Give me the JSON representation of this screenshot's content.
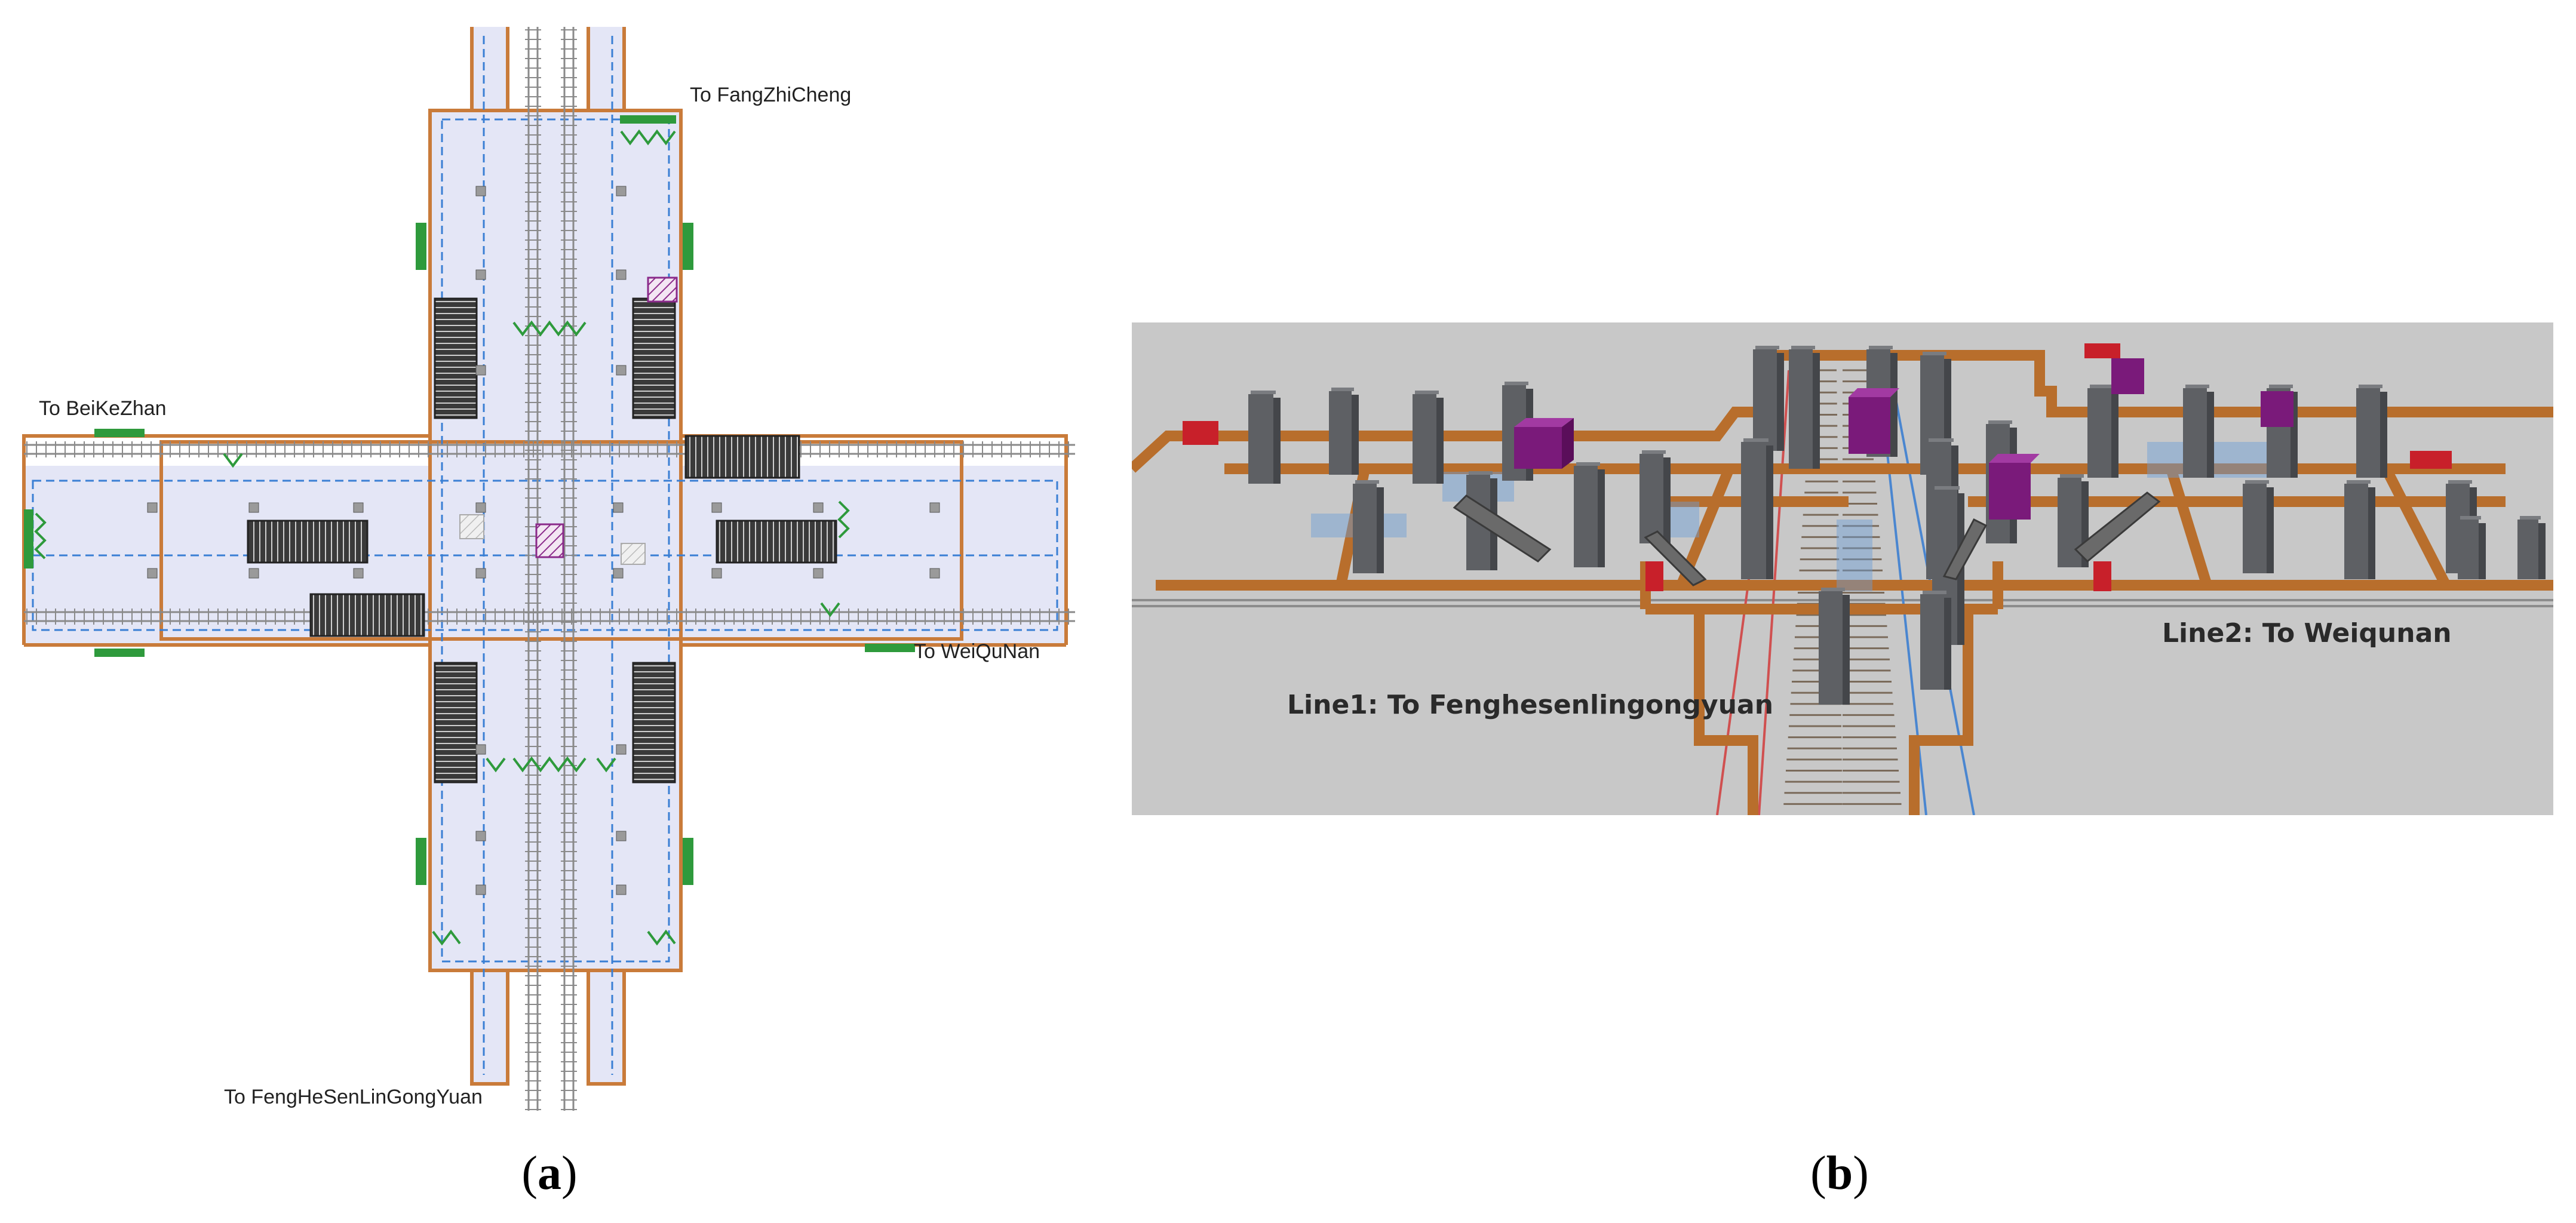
{
  "panel_a": {
    "caption_open": "(",
    "caption_letter": "a",
    "caption_close": ")",
    "labels": {
      "north": "To FangZhiCheng",
      "west": "To BeiKeZhan",
      "east": "To WeiQuNan",
      "south": "To FengHeSenLinGongYuan"
    }
  },
  "panel_b": {
    "caption_open": "(",
    "caption_letter": "b",
    "caption_close": ")",
    "labels": {
      "line1": "Line1: To Fenghesenlingongyuan",
      "line2": "Line2: To Weiqunan"
    }
  },
  "colors": {
    "platform_fill": "#e4e6f6",
    "wall": "#c97b3a",
    "track": "#8a8a8a",
    "dashed": "#3a7fd4",
    "gate": "#2e9a3c",
    "ticket": "#8a2a8a",
    "ground_3d": "#c8c8c8",
    "beam_3d": "#b86e2c",
    "pillar_3d": "#5e6064",
    "box_3d": "#7a1a7a",
    "red_3d": "#c8202a"
  }
}
